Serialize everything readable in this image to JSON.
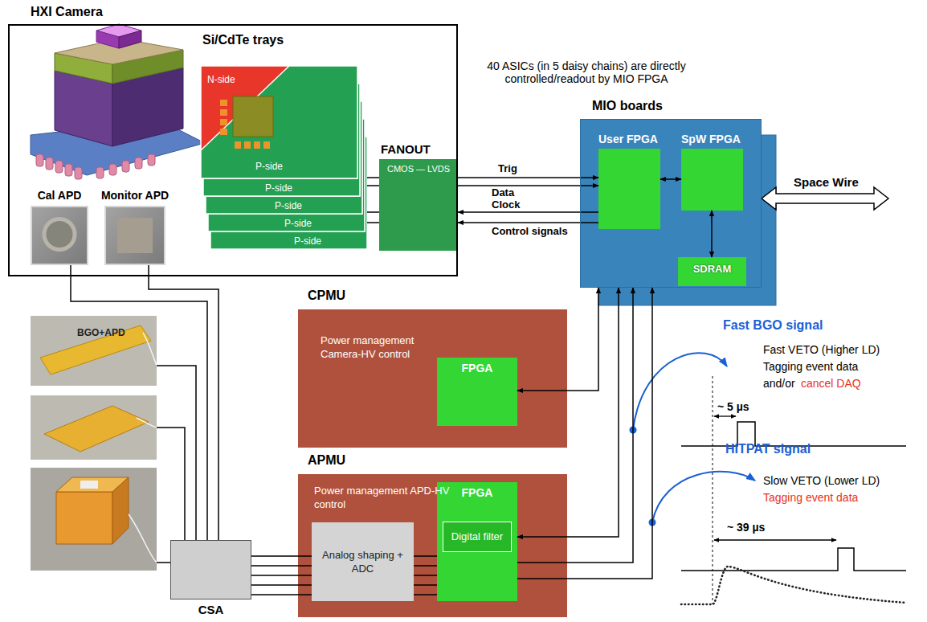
{
  "diagram": {
    "nodes": [
      {
        "text": [
          "HXI Camera"
        ]
      },
      {
        "text": [
          "Cal APD"
        ],
        "in": 0
      },
      {
        "text": [
          "Monitor APD"
        ],
        "in": 0
      },
      {
        "text": [
          "FANOUT",
          "CMOS — LVDS"
        ],
        "in": 0
      },
      {
        "text": [
          "MIO boards"
        ]
      },
      {
        "text": [
          "User FPGA"
        ],
        "in": 4
      },
      {
        "text": [
          "SpW FPGA"
        ],
        "in": 4
      },
      {
        "text": [
          "SDRAM"
        ],
        "in": 4
      },
      {
        "text": [
          "CPMU",
          "Power management Camera-HV control"
        ]
      },
      {
        "text": [
          "FPGA"
        ],
        "in": 8
      },
      {
        "text": [
          "BGO+APD"
        ]
      },
      {
        "text": [
          "APMU",
          "Power management APD-HV control"
        ]
      },
      {
        "text": [
          "Analog shaping + ADC"
        ],
        "in": 11
      },
      {
        "text": [
          "FPGA",
          "Digital filter"
        ],
        "in": 11
      },
      {
        "text": [
          "CSA"
        ]
      }
    ],
    "edges": [
      {
        "from": 3,
        "to": 5,
        "arrow": "to",
        "label": "Trig"
      },
      {
        "from": 3,
        "to": 5,
        "arrow": "to",
        "label": "Data"
      },
      {
        "from": 5,
        "to": 3,
        "arrow": "to",
        "label": "Clock"
      },
      {
        "from": 5,
        "to": 3,
        "arrow": "to",
        "label": "Control signals"
      },
      {
        "from": 5,
        "to": 6,
        "arrow": "both"
      },
      {
        "from": 6,
        "to": 7,
        "arrow": "both"
      },
      {
        "from": 9,
        "to": 4,
        "arrow": "both"
      },
      {
        "from": 13,
        "to": 4,
        "arrow": "both"
      },
      {
        "from": 13,
        "to": 4,
        "arrow": "to"
      },
      {
        "from": 13,
        "to": 4,
        "arrow": "to"
      },
      {
        "from": 1,
        "to": 14,
        "arrow": "none"
      },
      {
        "from": 2,
        "to": 14,
        "arrow": "none"
      },
      {
        "from": 10,
        "to": 14,
        "arrow": "none"
      },
      {
        "from": 14,
        "to": 12,
        "arrow": "none"
      },
      {
        "from": 12,
        "to": 13,
        "arrow": "none"
      }
    ],
    "labels": [
      "Si/CdTe trays",
      "N-side",
      "P-side",
      "P-side",
      "P-side",
      "P-side",
      "P-side",
      "40 ASICs (in 5 daisy chains) are directly controlled/readout by MIO FPGA",
      "Space Wire",
      "Fast BGO signal",
      "~ 5 µs",
      "Fast VETO (Higher LD)",
      "Tagging event data",
      "and/or",
      "cancel DAQ",
      "HITPAT signal",
      "Slow VETO (Lower LD)",
      "Tagging event data",
      "~ 39 µs"
    ]
  }
}
